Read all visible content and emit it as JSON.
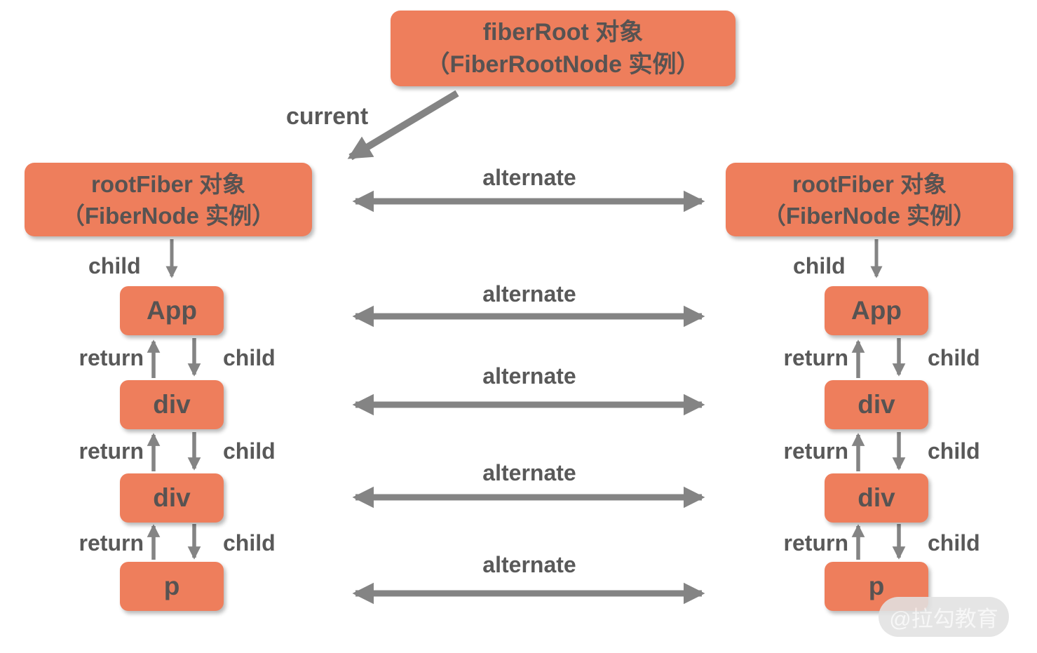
{
  "colors": {
    "box_fill": "#ee7e5c",
    "box_text": "#575352",
    "arrow": "#848484",
    "label_text": "#595959",
    "watermark_bg": "#e2e2e2",
    "watermark_text": "#f7f7f7",
    "background": "#ffffff"
  },
  "nodes": {
    "fiber_root": {
      "line1": "fiberRoot 对象",
      "line2": "（FiberRootNode 实例）"
    },
    "root_fiber_left": {
      "line1": "rootFiber 对象",
      "line2": "（FiberNode 实例）"
    },
    "root_fiber_right": {
      "line1": "rootFiber 对象",
      "line2": "（FiberNode 实例）"
    },
    "left_children": [
      "App",
      "div",
      "div",
      "p"
    ],
    "right_children": [
      "App",
      "div",
      "div",
      "p"
    ]
  },
  "labels": {
    "current": "current",
    "alternate": "alternate",
    "child": "child",
    "return": "return"
  },
  "watermark": "@拉勾教育"
}
